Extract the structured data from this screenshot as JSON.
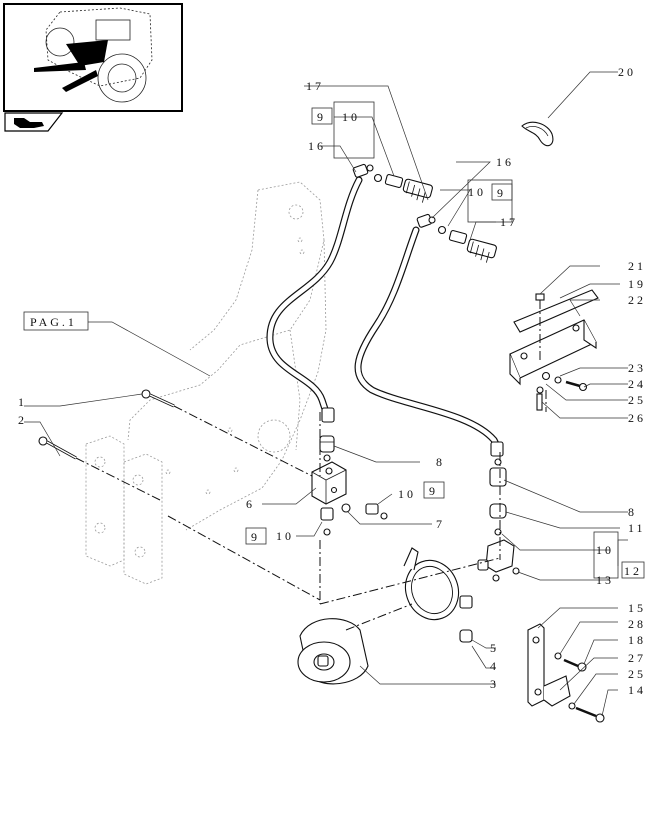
{
  "labels": {
    "p1": "1",
    "p2": "2",
    "p3": "3",
    "p4": "4",
    "p5": "5",
    "p6": "6",
    "p7": "7",
    "p8a": "8",
    "p8b": "8",
    "p9a": "9",
    "p9b": "9",
    "p9c": "9",
    "p9d": "9",
    "p10a": "10",
    "p10b": "10",
    "p10c": "10",
    "p10d": "10",
    "p10e": "10",
    "p11": "11",
    "p12": "12",
    "p13": "13",
    "p14": "14",
    "p15": "15",
    "p16a": "16",
    "p16b": "16",
    "p17a": "17",
    "p17b": "17",
    "p18": "18",
    "p19": "19",
    "p20": "20",
    "p21": "21",
    "p22": "22",
    "p23": "23",
    "p24": "24",
    "p25a": "25",
    "p25b": "25",
    "p26": "26",
    "p27": "27",
    "p28": "28",
    "pag": "PAG.1"
  },
  "icons": {
    "thumbnail": "tractor-thumbnail-icon",
    "nav": "page-navigation-icon"
  }
}
